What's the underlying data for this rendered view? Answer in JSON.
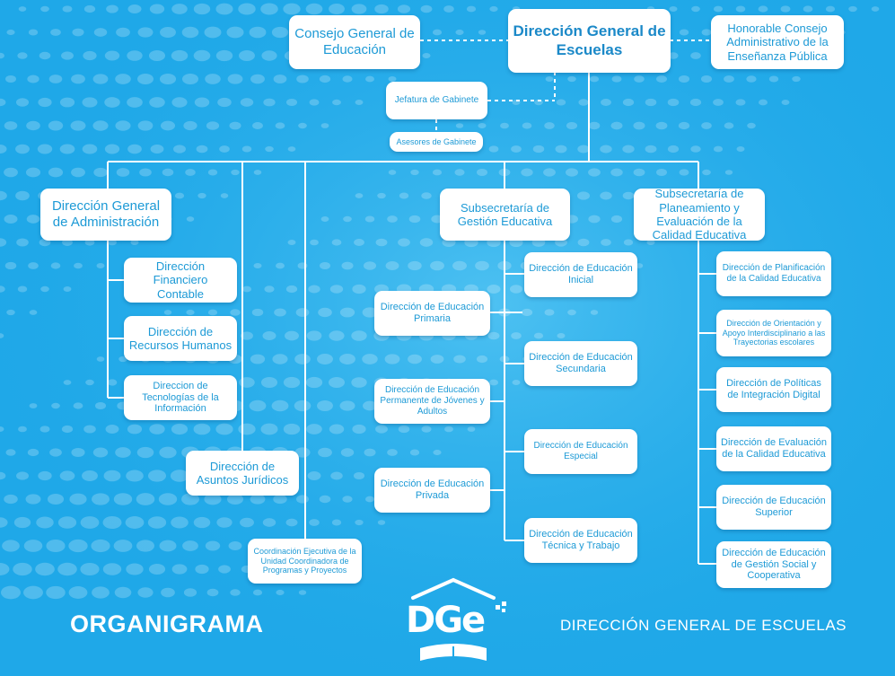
{
  "boxes": {
    "direccion_general": "Dirección General de Escuelas",
    "consejo_general": "Consejo General de Educación",
    "honorable_consejo": "Honorable Consejo Administrativo de la Enseñanza Pública",
    "jefatura_gabinete": "Jefatura de Gabinete",
    "asesores_gabinete": "Asesores de Gabinete",
    "dg_administracion": "Dirección General de Administración",
    "financiero": "Dirección Financiero Contable",
    "rrhh": "Dirección de Recursos Humanos",
    "tecnologias": "Direccion de Tecnologías de la Información",
    "juridicos": "Dirección de Asuntos Jurídicos",
    "coordinacion": "Coordinación Ejecutiva de la Unidad Coordinadora de Programas y Proyectos",
    "sub_gestion": "Subsecretaría de Gestión Educativa",
    "inicial": "Dirección de Educación Inicial",
    "primaria": "Dirección de Educación Primaria",
    "secundaria": "Dirección de Educación Secundaria",
    "permanente": "Dirección de Educación Permanente de Jóvenes y Adultos",
    "especial": "Dirección de Educación Especial",
    "privada": "Dirección de Educación Privada",
    "tecnica": "Dirección de Educación Técnica y Trabajo",
    "sub_planeamiento": "Subsecretaría de Planeamiento y Evaluación de la Calidad Educativa",
    "planificacion": "Dirección de Planificación de la Calidad Educativa",
    "orientacion": "Dirección de Orientación y Apoyo Interdisciplinario a las Trayectorias escolares",
    "politicas": "Dirección de Políticas de Integración Digital",
    "evaluacion": "Dirección de Evaluación de la Calidad Educativa",
    "superior": "Dirección de Educación Superior",
    "gestion_social": "Dirección de Educación de Gestión Social y Cooperativa"
  },
  "footer": {
    "left": "ORGANIGRAMA",
    "right": "DIRECCIÓN GENERAL DE ESCUELAS",
    "logo": "DGe"
  },
  "colors": {
    "background": "#1fa8e8",
    "box": "#ffffff",
    "text": "#1d9ad6",
    "connector": "#ffffff"
  }
}
